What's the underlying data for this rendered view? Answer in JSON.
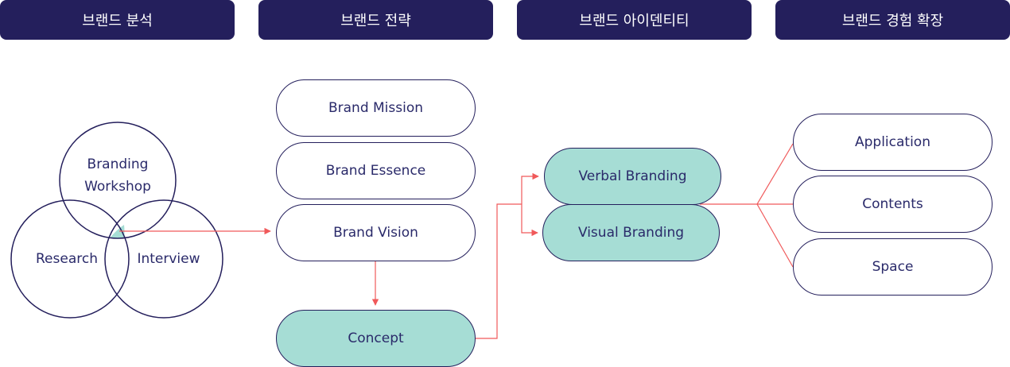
{
  "headers": [
    "브랜드 분석",
    "브랜드 전략",
    "브랜드 아이덴티티",
    "브랜드 경험 확장"
  ],
  "analysis": {
    "workshop_line1": "Branding",
    "workshop_line2": "Workshop",
    "research": "Research",
    "interview": "Interview"
  },
  "strategy": {
    "items": [
      "Brand Mission",
      "Brand Essence",
      "Brand Vision"
    ],
    "concept": "Concept"
  },
  "identity": {
    "items": [
      "Verbal Branding",
      "Visual Branding"
    ]
  },
  "experience": {
    "items": [
      "Application",
      "Contents",
      "Space"
    ]
  },
  "colors": {
    "header_bg": "#241f5c",
    "teal": "#a6ddd5",
    "arrow": "#f0595a",
    "outline": "#241f5c"
  }
}
